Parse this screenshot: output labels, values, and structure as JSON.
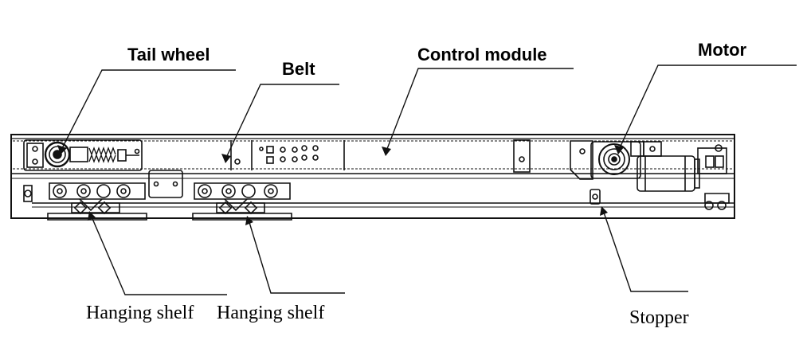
{
  "labels": {
    "tail_wheel": "Tail wheel",
    "belt": "Belt",
    "control_module": "Control module",
    "motor": "Motor",
    "hanging_shelf_1": "Hanging shelf",
    "hanging_shelf_2": "Hanging shelf",
    "stopper": "Stopper"
  },
  "colors": {
    "line": "#111111",
    "background": "#ffffff"
  }
}
